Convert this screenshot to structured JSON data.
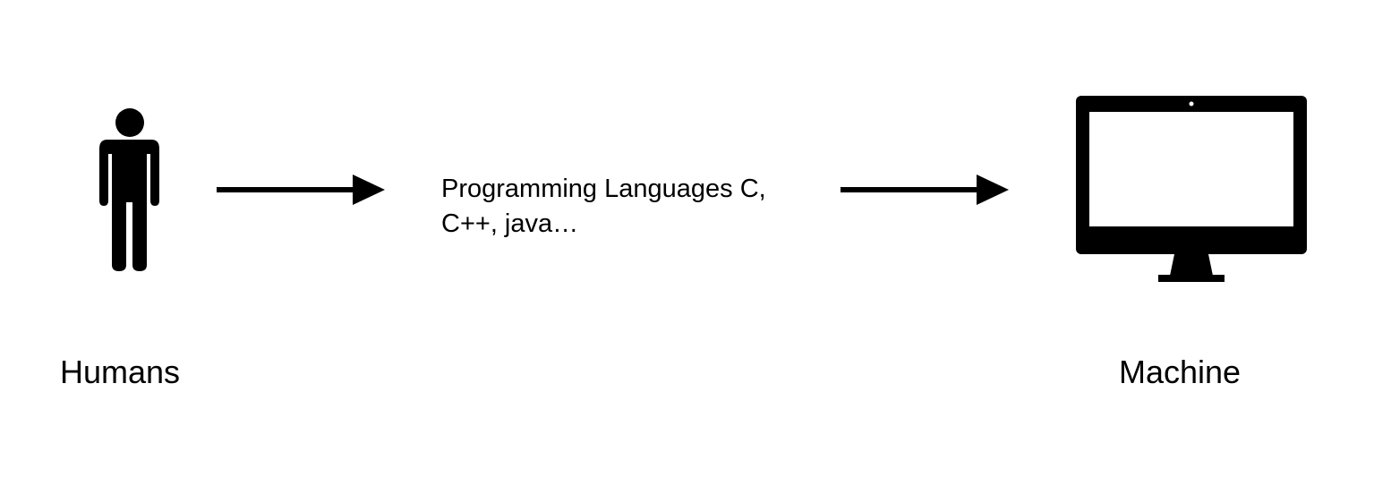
{
  "diagram": {
    "nodes": {
      "humans": {
        "label": "Humans",
        "icon": "person-icon"
      },
      "languages": {
        "text": "Programming Languages C,\nC++, java…"
      },
      "machine": {
        "label": "Machine",
        "icon": "computer-monitor-icon"
      }
    },
    "edges": [
      {
        "from": "humans",
        "to": "languages",
        "style": "arrow"
      },
      {
        "from": "languages",
        "to": "machine",
        "style": "arrow"
      }
    ],
    "colors": {
      "foreground": "#000000",
      "background": "#ffffff"
    }
  }
}
